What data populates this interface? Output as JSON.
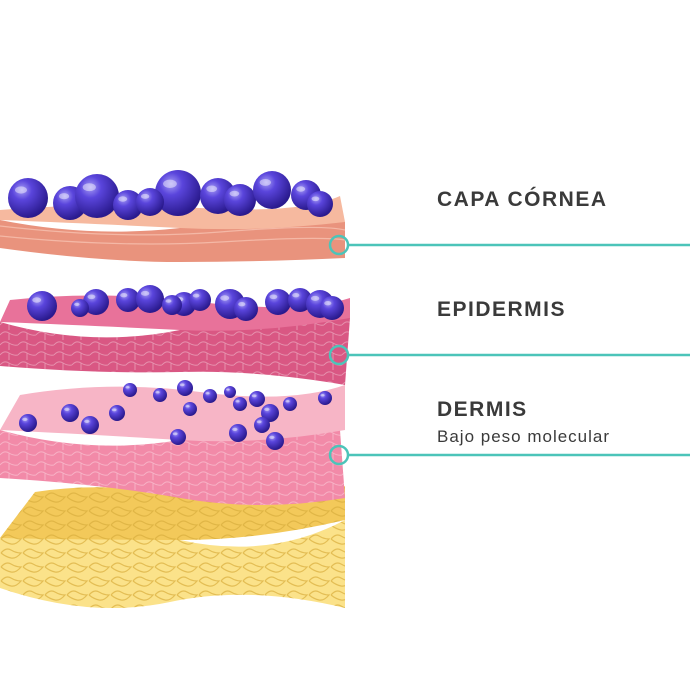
{
  "layers": [
    {
      "label": "CAPA  CÓRNEA",
      "sublabel": ""
    },
    {
      "label": "EPIDERMIS",
      "sublabel": ""
    },
    {
      "label": "DERMIS",
      "sublabel": "Bajo  peso  molecular"
    }
  ],
  "colors": {
    "callout": "#4cc4b9",
    "molecule": "#4a34c8",
    "cornea_top": "#f4b89a",
    "epidermis_top": "#e46f96",
    "dermis_top": "#f6a9be",
    "hypodermis_top": "#f3d36e"
  }
}
